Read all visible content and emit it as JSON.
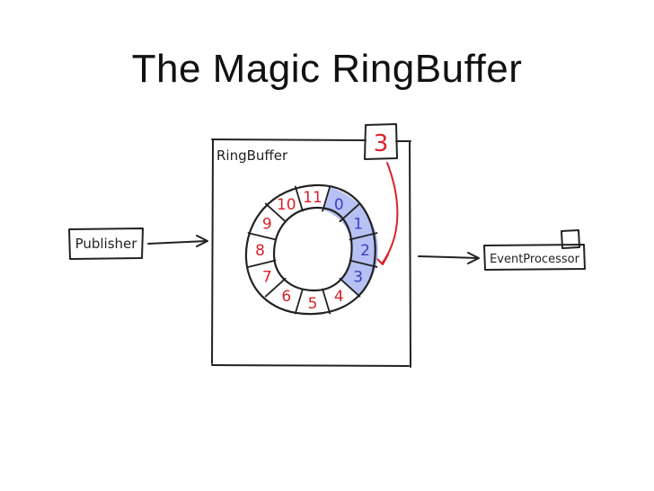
{
  "title": "The Magic RingBuffer",
  "diagram": {
    "ringbuffer_label": "RingBuffer",
    "publisher_label": "Publisher",
    "event_processor_label": "EventProcessor",
    "sequence_value": "3",
    "slots": [
      "0",
      "1",
      "2",
      "3",
      "4",
      "5",
      "6",
      "7",
      "8",
      "9",
      "10",
      "11"
    ],
    "filled_slots": [
      "0",
      "1",
      "2",
      "3"
    ],
    "colors": {
      "ink": "#222222",
      "red": "#d8222a",
      "blue": "#3c3fbf",
      "fill": "#aab6f2"
    }
  }
}
